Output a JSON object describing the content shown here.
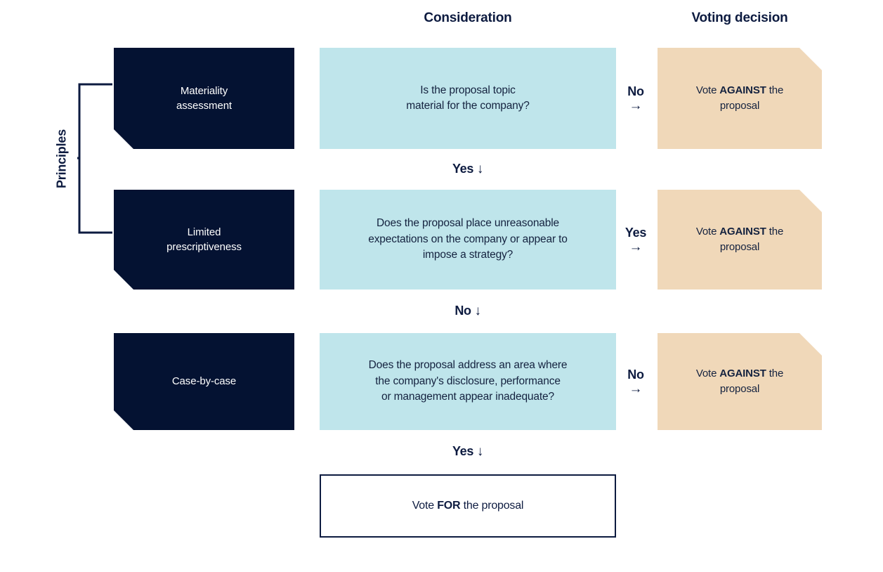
{
  "headers": {
    "consideration": "Consideration",
    "voting_decision": "Voting decision"
  },
  "bracket": {
    "label": "Principles"
  },
  "colors": {
    "navy": "#041232",
    "cyan": "#bfe5eb",
    "tan": "#f0d8b9",
    "ink": "#0d1b40",
    "white": "#ffffff"
  },
  "rows": [
    {
      "principle": "Materiality\nassessment",
      "principle_line1": "Materiality",
      "principle_line2": "assessment",
      "consideration_line1": "Is the proposal topic",
      "consideration_line2": "material for the company?",
      "branch_label": "No",
      "branch_arrow": "→",
      "decision_prefix": "Vote ",
      "decision_strong": "AGAINST",
      "decision_suffix": " the proposal"
    },
    {
      "principle_line1": "Limited",
      "principle_line2": "prescriptiveness",
      "consideration_line1": "Does the proposal place unreasonable",
      "consideration_line2": "expectations on the company or appear to",
      "consideration_line3": "impose a strategy?",
      "branch_label": "Yes",
      "branch_arrow": "→",
      "decision_prefix": "Vote ",
      "decision_strong": "AGAINST",
      "decision_suffix": " the proposal"
    },
    {
      "principle_line1": "Case-by-case",
      "consideration_line1": "Does the proposal address an area where",
      "consideration_line2": "the company's disclosure, performance",
      "consideration_line3": "or management appear inadequate?",
      "branch_label": "No",
      "branch_arrow": "→",
      "decision_prefix": "Vote ",
      "decision_strong": "AGAINST",
      "decision_suffix": " the proposal"
    }
  ],
  "flow_connectors": [
    {
      "label": "Yes",
      "arrow": "↓"
    },
    {
      "label": "No",
      "arrow": "↓"
    },
    {
      "label": "Yes",
      "arrow": "↓"
    }
  ],
  "final_outcome": {
    "prefix": "Vote ",
    "strong": "FOR",
    "suffix": " the proposal"
  }
}
